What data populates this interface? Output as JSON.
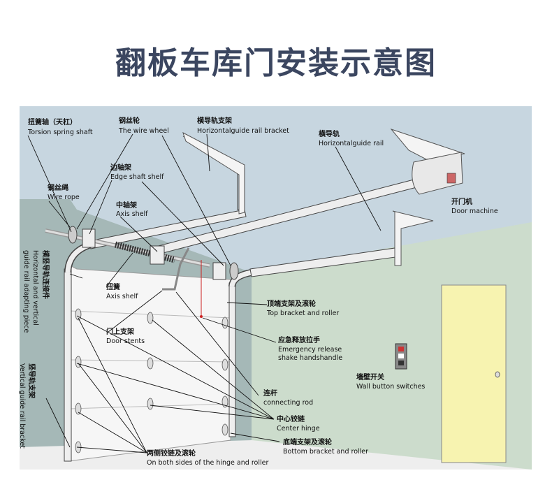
{
  "title": "翻板车库门安装示意图",
  "labels": {
    "torsion_shaft_cn": "扭簧轴（天杠）",
    "torsion_shaft_en": "Torsion spring shaft",
    "wire_wheel_cn": "钢丝轮",
    "wire_wheel_en": "The wire wheel",
    "hrail_bracket_cn": "横导轨支架",
    "hrail_bracket_en": "Horizontalguide rail bracket",
    "hrail_cn": "横导轨",
    "hrail_en": "Horizontalguide rail",
    "edge_shelf_cn": "边轴架",
    "edge_shelf_en": "Edge shaft shelf",
    "wire_rope_cn": "钢丝绳",
    "wire_rope_en": "Wire rope",
    "mid_shelf_cn": "中轴架",
    "mid_shelf_en": "Axis shelf",
    "door_machine_cn": "开门机",
    "door_machine_en": "Door machine",
    "hv_connector_cn": "横竖导轨连接件",
    "hv_connector_en1": "Horizontal and vertical",
    "hv_connector_en2": "guide rail adapting piece",
    "torsion_spring_cn": "扭簧",
    "torsion_spring_en": "Axis shelf",
    "top_bracket_cn": "顶端支架及滚轮",
    "top_bracket_en": "Top bracket and roller",
    "door_stents_cn": "门上支架",
    "door_stents_en": "Door stents",
    "emergency_cn": "应急释放拉手",
    "emergency_en1": "Emergency release",
    "emergency_en2": "shake handshandle",
    "vrail_bracket_cn": "竖导轨支架",
    "vrail_bracket_en": "Vertical guide rail bracket",
    "wall_switch_cn": "墙壁开关",
    "wall_switch_en": "Wall button switches",
    "rod_cn": "连杆",
    "rod_en": "connecting rod",
    "center_hinge_cn": "中心铰链",
    "center_hinge_en": "Center hinge",
    "bottom_bracket_cn": "底端支架及滚轮",
    "bottom_bracket_en": "Bottom bracket and roller",
    "hinge_sides_cn": "两侧铰链及滚轮",
    "hinge_sides_en": "On both sides of the hinge and roller"
  },
  "colors": {
    "title": "#3b4660",
    "sky_wall": "#c7d6e0",
    "left_wall": "#9fb2b2",
    "right_wall": "#cbdccc",
    "floor": "#f0f0f0",
    "door_panel": "#f5f5f5",
    "side_door": "#f7f3b0",
    "rail": "#e8e8e8"
  }
}
